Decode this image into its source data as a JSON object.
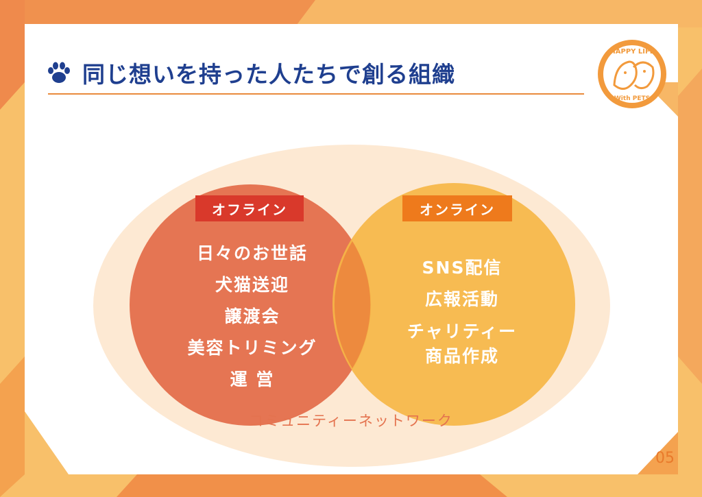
{
  "header": {
    "title": "同じ想いを持った人たちで創る組織",
    "logo_text_top": "HAPPY LIFE",
    "logo_text_bottom": "With PETS"
  },
  "diagram": {
    "offline": {
      "label": "オフライン",
      "items": [
        "日々のお世話",
        "犬猫送迎",
        "譲渡会",
        "美容トリミング",
        "運 営"
      ]
    },
    "online": {
      "label": "オンライン",
      "items": [
        "SNS配信",
        "広報活動",
        "チャリティー",
        "商品作成"
      ]
    },
    "community_label": "コミュニティーネットワーク"
  },
  "page_number": "05",
  "colors": {
    "title": "#1f3f8f",
    "offline_circle": "#e36a48",
    "online_circle": "#f6b646",
    "outer_ellipse": "#fde9d3",
    "offline_tag": "#d9392b",
    "online_tag": "#ee7a1c",
    "accent": "#e98a3c"
  },
  "icons": {
    "title_icon": "paw-icon",
    "logo": "happy-life-with-pets-logo"
  }
}
